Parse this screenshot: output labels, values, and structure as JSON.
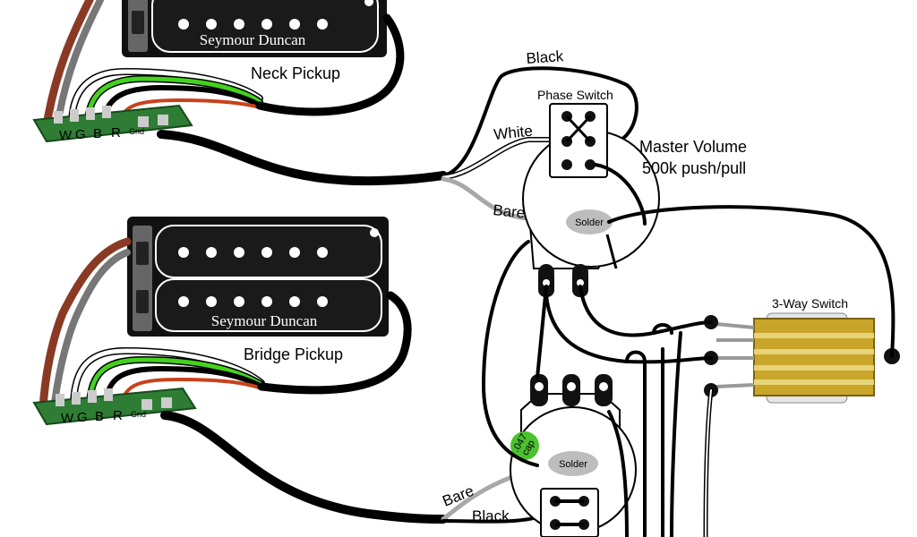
{
  "labels": {
    "neck_pickup": "Neck Pickup",
    "bridge_pickup": "Bridge Pickup",
    "brand_neck": "Seymour Duncan",
    "brand_bridge": "Seymour Duncan",
    "wire_black_top": "Black",
    "wire_white": "White",
    "wire_bare_top": "Bare",
    "wire_bare_bottom": "Bare",
    "wire_black_bottom": "Black",
    "phase_switch": "Phase Switch",
    "master_volume_line1": "Master Volume",
    "master_volume_line2": "500k push/pull",
    "three_way_switch": "3-Way Switch",
    "solder_top": "Solder",
    "solder_bottom": "Solder",
    "cap_line1": ".047",
    "cap_line2": "cap"
  },
  "terminal_letters": {
    "neck": [
      "W",
      "G",
      "B",
      "R",
      "Gnd"
    ],
    "bridge": [
      "W",
      "G",
      "B",
      "R",
      "Gnd"
    ]
  },
  "colors": {
    "wire_black": "#000000",
    "wire_white": "#ffffff",
    "wire_bare": "#a8a8a8",
    "wire_green": "#44d21f",
    "wire_red": "#c8421b",
    "wire_brown": "#8a3a24",
    "pcb_green": "#2f7d34",
    "switch_yellow": "#c9a62a",
    "cap_green": "#4cc22e",
    "solder_gray": "#bdbdbd"
  }
}
